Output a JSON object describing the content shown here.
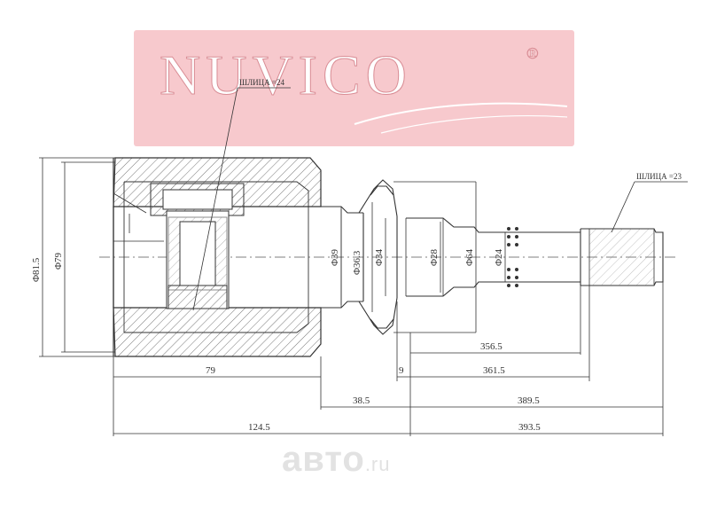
{
  "brand": {
    "logo_text": "NUVICO",
    "registered_mark": "®",
    "colors": {
      "logo_bg": "#f7c9cd",
      "logo_outline": "#d98d95"
    }
  },
  "watermark": {
    "name": "авто",
    "suffix": ".ru",
    "color": "#e2e2e2"
  },
  "annotations": {
    "spline_inner": "ШЛИЦА =24",
    "spline_outer": "ШЛИЦА =23"
  },
  "diameters": {
    "d81_5": "Φ81.5",
    "d79": "Φ79",
    "d39": "Φ39",
    "d36_3": "Φ36.3",
    "d34": "Φ34",
    "d28": "Φ28",
    "d64": "Φ64",
    "d24": "Φ24"
  },
  "lengths": {
    "l79": "79",
    "l9": "9",
    "l356_5": "356.5",
    "l361_5": "361.5",
    "l38_5": "38.5",
    "l389_5": "389.5",
    "l124_5": "124.5",
    "l393_5": "393.5"
  },
  "style": {
    "line_color": "#333333",
    "hatch_color": "#777777"
  }
}
